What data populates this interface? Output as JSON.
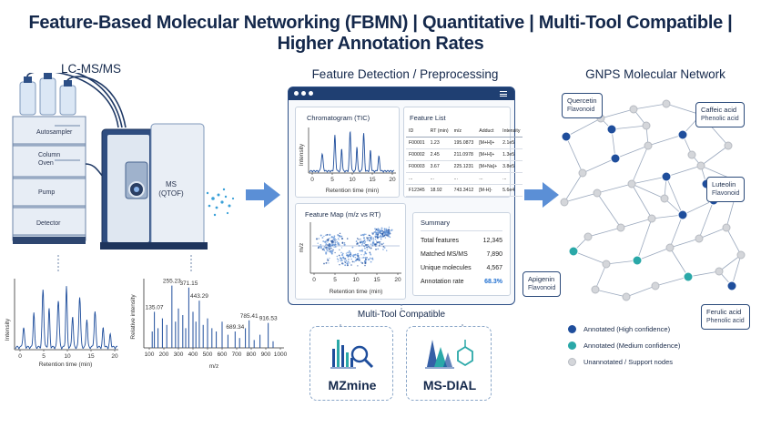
{
  "title": "Feature-Based Molecular Networking (FBMN) | Quantitative | Multi-Tool Compatible | Higher Annotation Rates",
  "sections": {
    "lcms": "LC-MS/MS",
    "feature_detection": "Feature Detection / Preprocessing",
    "gnps": "GNPS Molecular Network"
  },
  "instrument": {
    "modules": [
      "Autosampler",
      "Column Oven",
      "Pump",
      "Detector"
    ],
    "ms_label": "MS (QTOF)"
  },
  "chromatogram_bottom": {
    "ylabel": "Intensity",
    "xlabel": "Retention time (min)",
    "xticks": [
      "0",
      "5",
      "10",
      "15",
      "20"
    ]
  },
  "ms_spectrum": {
    "ylabel": "Relative intensity",
    "xlabel": "m/z",
    "xticks": [
      "100",
      "200",
      "300",
      "400",
      "500",
      "600",
      "700",
      "800",
      "900",
      "1000"
    ],
    "peak_labels": [
      "255.23",
      "371.15",
      "135.07",
      "443.29",
      "689.34",
      "785.41",
      "916.53"
    ]
  },
  "software_window": {
    "chromatogram": {
      "title": "Chromatogram (TIC)",
      "ylabel": "Intensity",
      "xlabel": "Retention time (min)",
      "xticks": [
        "0",
        "5",
        "10",
        "15",
        "20"
      ]
    },
    "feature_list": {
      "title": "Feature List",
      "headers": [
        "ID",
        "RT (min)",
        "m/z",
        "Adduct",
        "Intensity"
      ],
      "rows": [
        [
          "F00001",
          "1.23",
          "195.0873",
          "[M+H]+",
          "2.1e5"
        ],
        [
          "F00002",
          "2.45",
          "211.0978",
          "[M+H]+",
          "1.3e5"
        ],
        [
          "F00003",
          "3.67",
          "225.1231",
          "[M+Na]+",
          "3.8e5"
        ],
        [
          "...",
          "...",
          "...",
          "...",
          "..."
        ],
        [
          "F12345",
          "18.92",
          "743.3412",
          "[M-H]-",
          "5.6e4"
        ]
      ]
    },
    "feature_map": {
      "title": "Feature Map (m/z vs RT)",
      "ylabel": "m/z",
      "xlabel": "Retention time (min)",
      "xticks": [
        "0",
        "5",
        "10",
        "15",
        "20"
      ]
    },
    "summary": {
      "title": "Summary",
      "rows": [
        {
          "label": "Total features",
          "value": "12,345"
        },
        {
          "label": "Matched MS/MS",
          "value": "7,890"
        },
        {
          "label": "Unique molecules",
          "value": "4,567"
        },
        {
          "label": "Annotation rate",
          "value": "68.3%"
        }
      ]
    }
  },
  "multi_tool": {
    "title": "Multi-Tool Compatible",
    "tools": [
      "MZmine",
      "MS-DIAL"
    ]
  },
  "network": {
    "labels": [
      {
        "name": "Quercetin",
        "class": "Flavonoid"
      },
      {
        "name": "Caffeic acid",
        "class": "Phenolic acid"
      },
      {
        "name": "Luteolin",
        "class": "Flavonoid"
      },
      {
        "name": "Apigenin",
        "class": "Flavonoid"
      },
      {
        "name": "Ferulic acid",
        "class": "Phenolic acid"
      }
    ],
    "legend": [
      {
        "label": "Annotated (High confidence)",
        "color": "#1f4e9c"
      },
      {
        "label": "Annotated (Medium confidence)",
        "color": "#2aa8a8"
      },
      {
        "label": "Unannotated / Support nodes",
        "color": "#d4d6da"
      }
    ]
  },
  "colors": {
    "navy": "#14284b",
    "accent_blue": "#1f4e9c",
    "teal": "#2aa8a8",
    "arrow": "#5b8fd6"
  }
}
